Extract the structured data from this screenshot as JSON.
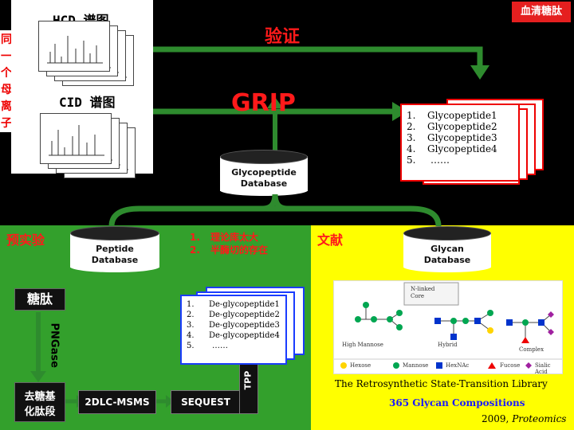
{
  "top": {
    "hcd_label": "HCD 谱图",
    "cid_label": "CID 谱图",
    "verify_label": "验证",
    "grip_label": "GRIP",
    "serum_badge": "血清糖肽",
    "same_parent_chars": [
      "同",
      "一",
      "个",
      "母",
      "离",
      "子"
    ]
  },
  "glycopeptide_db": {
    "label_line1": "Glycopeptide",
    "label_line2": "Database"
  },
  "glycopeptide_list": {
    "numbers": [
      "1.",
      "2.",
      "3.",
      "4.",
      "5."
    ],
    "items": [
      "Glycopeptide1",
      "Glycopeptide2",
      "Glycopeptide3",
      "Glycopeptide4",
      "……"
    ]
  },
  "left_section": {
    "pre_experiment": "预实验",
    "peptide_db_line1": "Peptide",
    "peptide_db_line2": "Database",
    "theory_numbers": [
      "1.",
      "2."
    ],
    "theory_items": [
      "理论库太大",
      "半酶切的存在"
    ],
    "glycopeptide_label": "糖肽",
    "pngase_label": "PNGase",
    "deglyco_label_line1": "去糖基",
    "deglyco_label_line2": "化肽段",
    "lcms_label": "2DLC-MSMS",
    "sequest_label": "SEQUEST",
    "tpp_label": "TPP",
    "de_numbers": [
      "1.",
      "2.",
      "3.",
      "4.",
      "5."
    ],
    "de_items": [
      "De-glycopeptide1",
      "De-glycopeptide2",
      "De-glycopeptide3",
      "De-glycopeptide4",
      "……"
    ]
  },
  "right_section": {
    "literature_label": "文献",
    "glycan_db_line1": "Glycan",
    "glycan_db_line2": "Database",
    "nlinked_label_line1": "N-linked",
    "nlinked_label_line2": "Core",
    "high_mannose": "High Mannose",
    "hybrid": "Hybrid",
    "complex": "Complex",
    "legend": [
      "Hexose",
      "Mannose",
      "HexNAc",
      "Fucose",
      "Sialic Acid"
    ],
    "library_title": "The Retrosynthetic State-Transition Library",
    "compositions": "365 Glycan Compositions",
    "citation_year": "2009,",
    "citation_journal": "Proteomics"
  },
  "colors": {
    "green": "#33a02c",
    "yellow": "#ffff00",
    "red": "#ff1a1a",
    "arrow": "#2e8b2e"
  }
}
